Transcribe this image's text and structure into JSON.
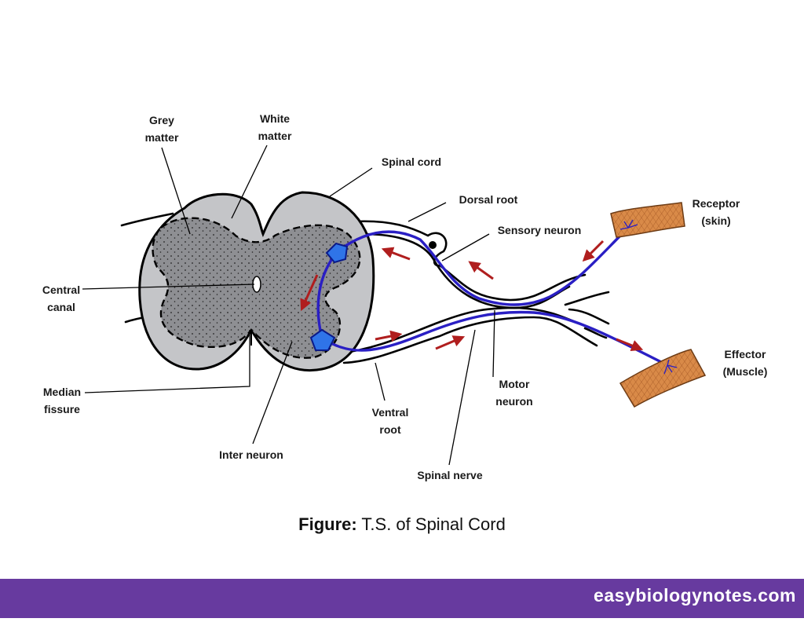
{
  "labels": {
    "grey_matter": "Grey\nmatter",
    "white_matter": "White\nmatter",
    "spinal_cord": "Spinal cord",
    "dorsal_root": "Dorsal root",
    "sensory_neuron": "Sensory neuron",
    "receptor": "Receptor\n(skin)",
    "central_canal": "Central\ncanal",
    "effector": "Effector\n(Muscle)",
    "median_fissure": "Median\nfissure",
    "motor_neuron": "Motor\nneuron",
    "ventral_root": "Ventral\nroot",
    "inter_neuron": "Inter neuron",
    "spinal_nerve": "Spinal nerve"
  },
  "caption": {
    "prefix": "Figure:",
    "text": "T.S. of Spinal Cord"
  },
  "footer": {
    "site": "easybiologynotes.com"
  },
  "colors": {
    "cord_white_matter": "#c4c5c8",
    "grey_matter": "#8e8f93",
    "neuron": "#2a1fc4",
    "cell_body": "#2f74e8",
    "arrow": "#b01e1e",
    "muscle": "#d98a48",
    "footer": "#673a9f"
  }
}
